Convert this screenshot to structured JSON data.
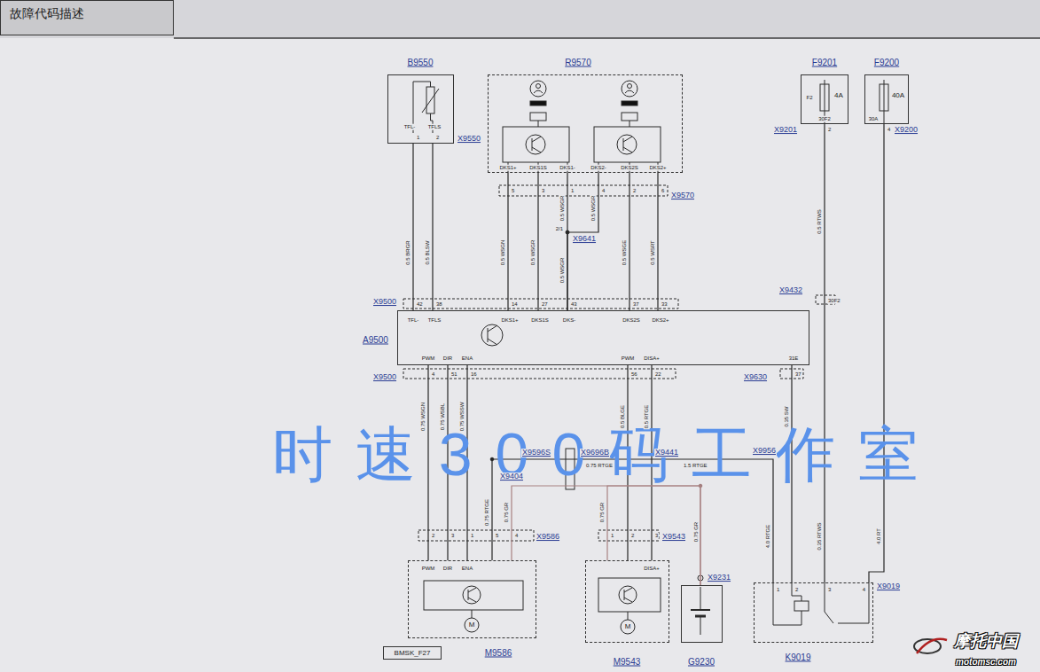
{
  "diagram": {
    "nodes": [
      {
        "text": [
          "故障代码描述"
        ]
      },
      {
        "text": [
          "B9550",
          "TFL-",
          "TFLS"
        ]
      },
      {
        "text": [
          "R9570",
          "DKS1+",
          "DKS1S",
          "DKS1-",
          "DKS2-",
          "DKS2S",
          "DKS2+"
        ]
      },
      {
        "text": [
          "F9201",
          "F2",
          "4A",
          "30F2"
        ]
      },
      {
        "text": [
          "F9200",
          "40A",
          "30A"
        ]
      },
      {
        "text": [
          "A9500",
          "TFL-",
          "TFLS",
          "DKS1+",
          "DKS1S",
          "DKS-",
          "DKS2S",
          "DKS2+",
          "PWM",
          "DIR",
          "ENA",
          "PWM",
          "DISA+",
          "31E"
        ]
      },
      {
        "text": [
          "M9586",
          "PWM",
          "DIR",
          "ENA",
          "M"
        ]
      },
      {
        "text": [
          "M9543",
          "DISA+",
          "M"
        ]
      },
      {
        "text": [
          "G9230"
        ]
      },
      {
        "text": [
          "K9019"
        ]
      },
      {
        "text": [
          "BMSK_F27"
        ]
      }
    ],
    "edges": [
      {
        "from": 1,
        "to": 5,
        "arrow": "none",
        "label": "0.5 BRGR"
      },
      {
        "from": 1,
        "to": 5,
        "arrow": "none",
        "label": "0.5 BLSW"
      },
      {
        "from": 2,
        "to": 5,
        "arrow": "none",
        "label": "0.5 WSGN"
      },
      {
        "from": 2,
        "to": 5,
        "arrow": "none",
        "label": "0.5 WSGR"
      },
      {
        "from": 2,
        "to": 5,
        "arrow": "none",
        "label": "0.5 WSGR"
      },
      {
        "from": 2,
        "to": 5,
        "arrow": "none",
        "label": "0.5 WSGR"
      },
      {
        "from": 2,
        "to": 5,
        "arrow": "none",
        "label": "0.5 WSGE"
      },
      {
        "from": 2,
        "to": 5,
        "arrow": "none",
        "label": "0.5 WSRT"
      },
      {
        "from": 3,
        "to": 9,
        "arrow": "none",
        "label": "0.5 RTWS"
      },
      {
        "from": 4,
        "to": 9,
        "arrow": "none"
      },
      {
        "from": 5,
        "to": 6,
        "arrow": "none",
        "label": "0.75 WSGN"
      },
      {
        "from": 5,
        "to": 6,
        "arrow": "none",
        "label": "0.75 WSBL"
      },
      {
        "from": 5,
        "to": 6,
        "arrow": "none",
        "label": "0.75 WSSW"
      },
      {
        "from": 5,
        "to": 7,
        "arrow": "none",
        "label": "0.5 BLGE"
      },
      {
        "from": 5,
        "to": 7,
        "arrow": "none",
        "label": "0.5 RTGE"
      },
      {
        "from": 5,
        "to": 9,
        "arrow": "none",
        "label": "0.35 SW"
      },
      {
        "from": 9,
        "to": 6,
        "arrow": "none",
        "label": "0.75 RTGE"
      },
      {
        "from": 8,
        "to": 6,
        "arrow": "none",
        "label": "0.75 GR"
      },
      {
        "from": 8,
        "to": 7,
        "arrow": "none",
        "label": "0.75 GR"
      }
    ],
    "labels": [
      "时速300码工作室",
      "X9550",
      "1",
      "2",
      "X9570",
      "5",
      "3",
      "1",
      "4",
      "2",
      "6",
      "2/1",
      "X9641",
      "0.5 WSGR",
      "X9500",
      "42",
      "38",
      "14",
      "27",
      "43",
      "37",
      "33",
      "X9432",
      "30F2",
      "X9500",
      "4",
      "51",
      "16",
      "56",
      "22",
      "X9630",
      "37",
      "X9596S",
      "X9696B",
      "X9441",
      "X9956",
      "0.75 RTGE",
      "1.5 RTGE",
      "X9404",
      "X9586",
      "2",
      "3",
      "1",
      "5",
      "4",
      "X9543",
      "1",
      "2",
      "3",
      "0.75 GR",
      "X9231",
      "4.0 RTGE",
      "0.35 RTWS",
      "4.0 RT",
      "X9019",
      "1",
      "2",
      "3",
      "4",
      "X9201",
      "2",
      "X9200",
      "4",
      "摩托中国",
      "motomsc.com"
    ]
  }
}
